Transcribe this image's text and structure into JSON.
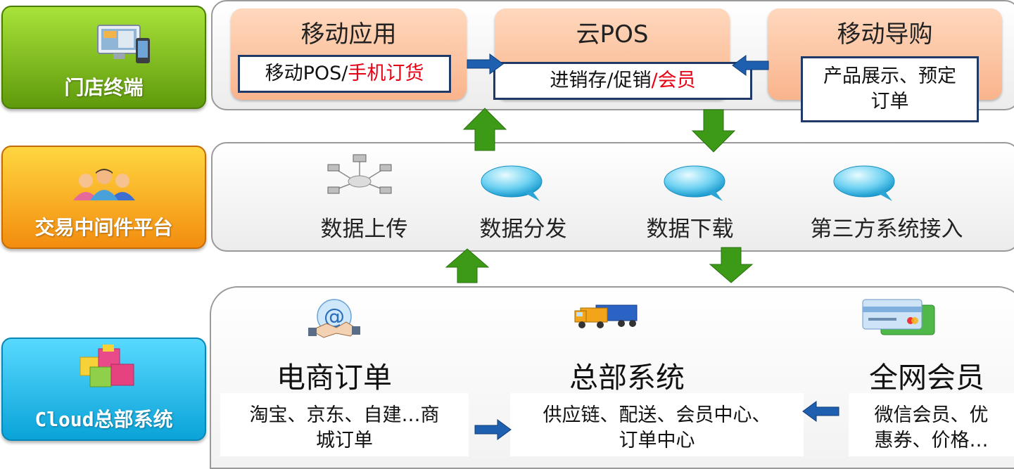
{
  "rows": {
    "store": {
      "label": "门店终端"
    },
    "middleware": {
      "label": "交易中间件平台"
    },
    "cloud": {
      "label": "Cloud总部系统"
    }
  },
  "store_cards": {
    "mobile_app": {
      "title": "移动应用",
      "sub_main": "移动POS/",
      "sub_red": "手机订货"
    },
    "cloud_pos": {
      "title": "云POS",
      "sub_main": "进销存/促销",
      "sub_red": "/会员"
    },
    "mobile_guide": {
      "title": "移动导购",
      "sub_line1": "产品展示、预定",
      "sub_line2": "订单"
    }
  },
  "middleware_items": {
    "upload": "数据上传",
    "distribute": "数据分发",
    "download": "数据下载",
    "third_party": "第三方系统接入"
  },
  "cloud_items": {
    "ecommerce": {
      "title": "电商订单",
      "line1": "淘宝、京东、自建…商",
      "line2": "城订单"
    },
    "hq": {
      "title": "总部系统",
      "line1": "供应链、配送、会员中心、",
      "line2": "订单中心"
    },
    "members": {
      "title": "全网会员",
      "line1": "微信会员、优",
      "line2": "惠券、价格…"
    }
  },
  "colors": {
    "arrow_green": "#3c9a17",
    "arrow_blue": "#1f5fb0",
    "box_border": "#1f3a68",
    "highlight_red": "#e60012"
  }
}
